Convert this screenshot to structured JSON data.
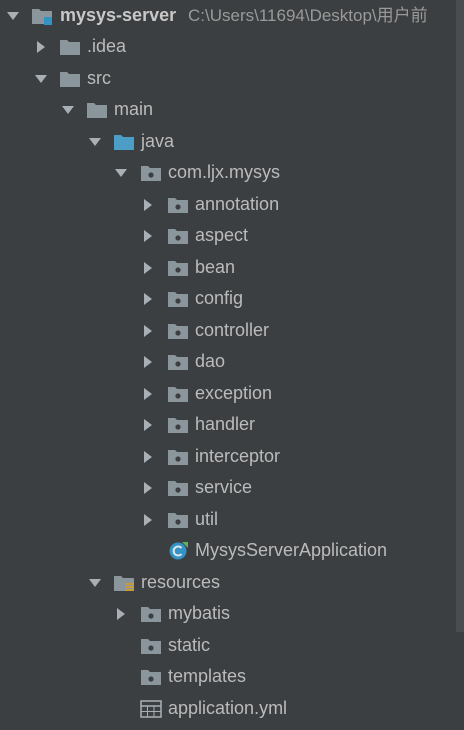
{
  "tree": {
    "root_label": "mysys-server",
    "root_path": "C:\\Users\\11694\\Desktop\\用户前",
    "items": [
      {
        "label": "mysys-server"
      },
      {
        "label": ".idea"
      },
      {
        "label": "src"
      },
      {
        "label": "main"
      },
      {
        "label": "java"
      },
      {
        "label": "com.ljx.mysys"
      },
      {
        "label": "annotation"
      },
      {
        "label": "aspect"
      },
      {
        "label": "bean"
      },
      {
        "label": "config"
      },
      {
        "label": "controller"
      },
      {
        "label": "dao"
      },
      {
        "label": "exception"
      },
      {
        "label": "handler"
      },
      {
        "label": "interceptor"
      },
      {
        "label": "service"
      },
      {
        "label": "util"
      },
      {
        "label": "MysysServerApplication"
      },
      {
        "label": "resources"
      },
      {
        "label": "mybatis"
      },
      {
        "label": "static"
      },
      {
        "label": "templates"
      },
      {
        "label": "application.yml"
      }
    ]
  },
  "colors": {
    "background": "#3c3f41",
    "text": "#bbbbbb",
    "folder_gray": "#8b969c",
    "source_folder_blue": "#4d9ec6",
    "class_icon_blue": "#3592c4",
    "resources_stripe": "#c89b3a"
  }
}
